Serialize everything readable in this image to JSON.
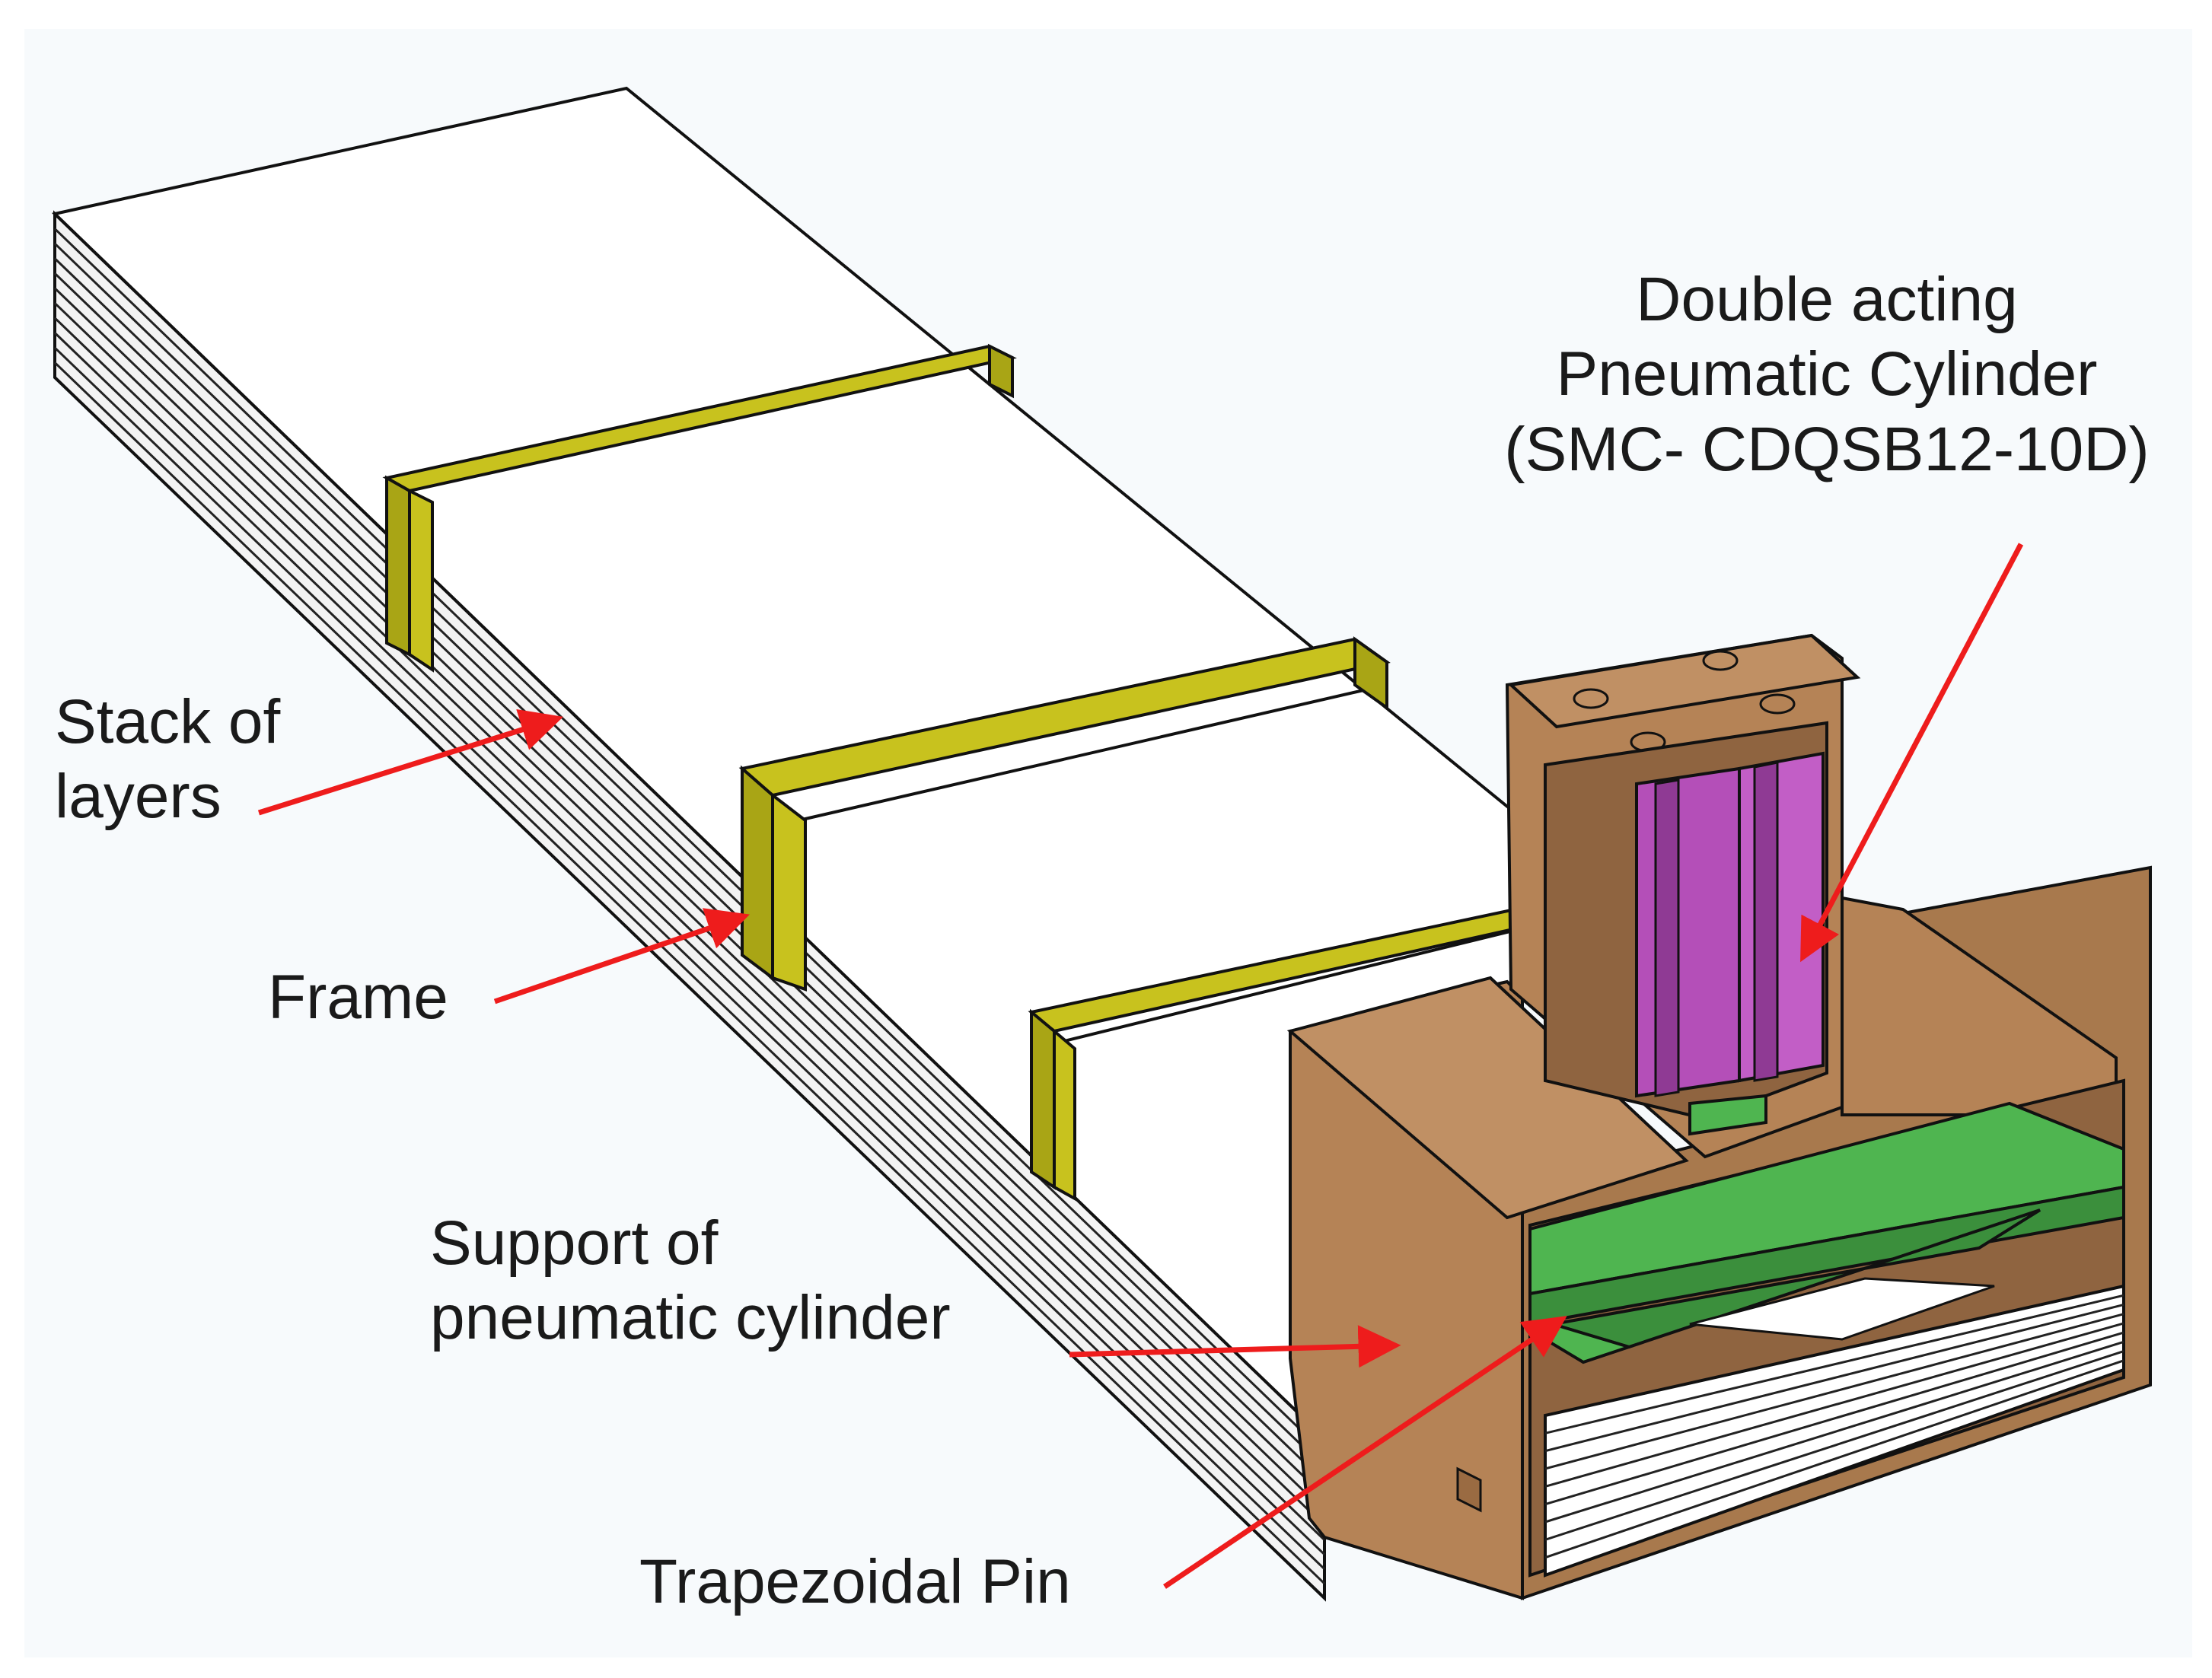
{
  "labels": {
    "stack": [
      "Stack of",
      "layers"
    ],
    "frame": "Frame",
    "support": [
      "Support of",
      "pneumatic cylinder"
    ],
    "pin": "Trapezoidal Pin",
    "cylinder": [
      "Double acting",
      "Pneumatic Cylinder",
      "(SMC- CDQSB12-10D)"
    ]
  },
  "colors": {
    "background": "#f7fafc",
    "layer_top": "#ffffff",
    "layer_side": "#f2f2f2",
    "outline": "#111111",
    "frame": "#c8c21e",
    "frame_dark": "#a9a515",
    "support": "#b58356",
    "support_dark": "#9a6b42",
    "cylinder": "#b44fb8",
    "cylinder_dark": "#8f3a94",
    "pin": "#4fb550",
    "pin_dark": "#3b8f3c",
    "arrow": "#ee1c1c"
  }
}
